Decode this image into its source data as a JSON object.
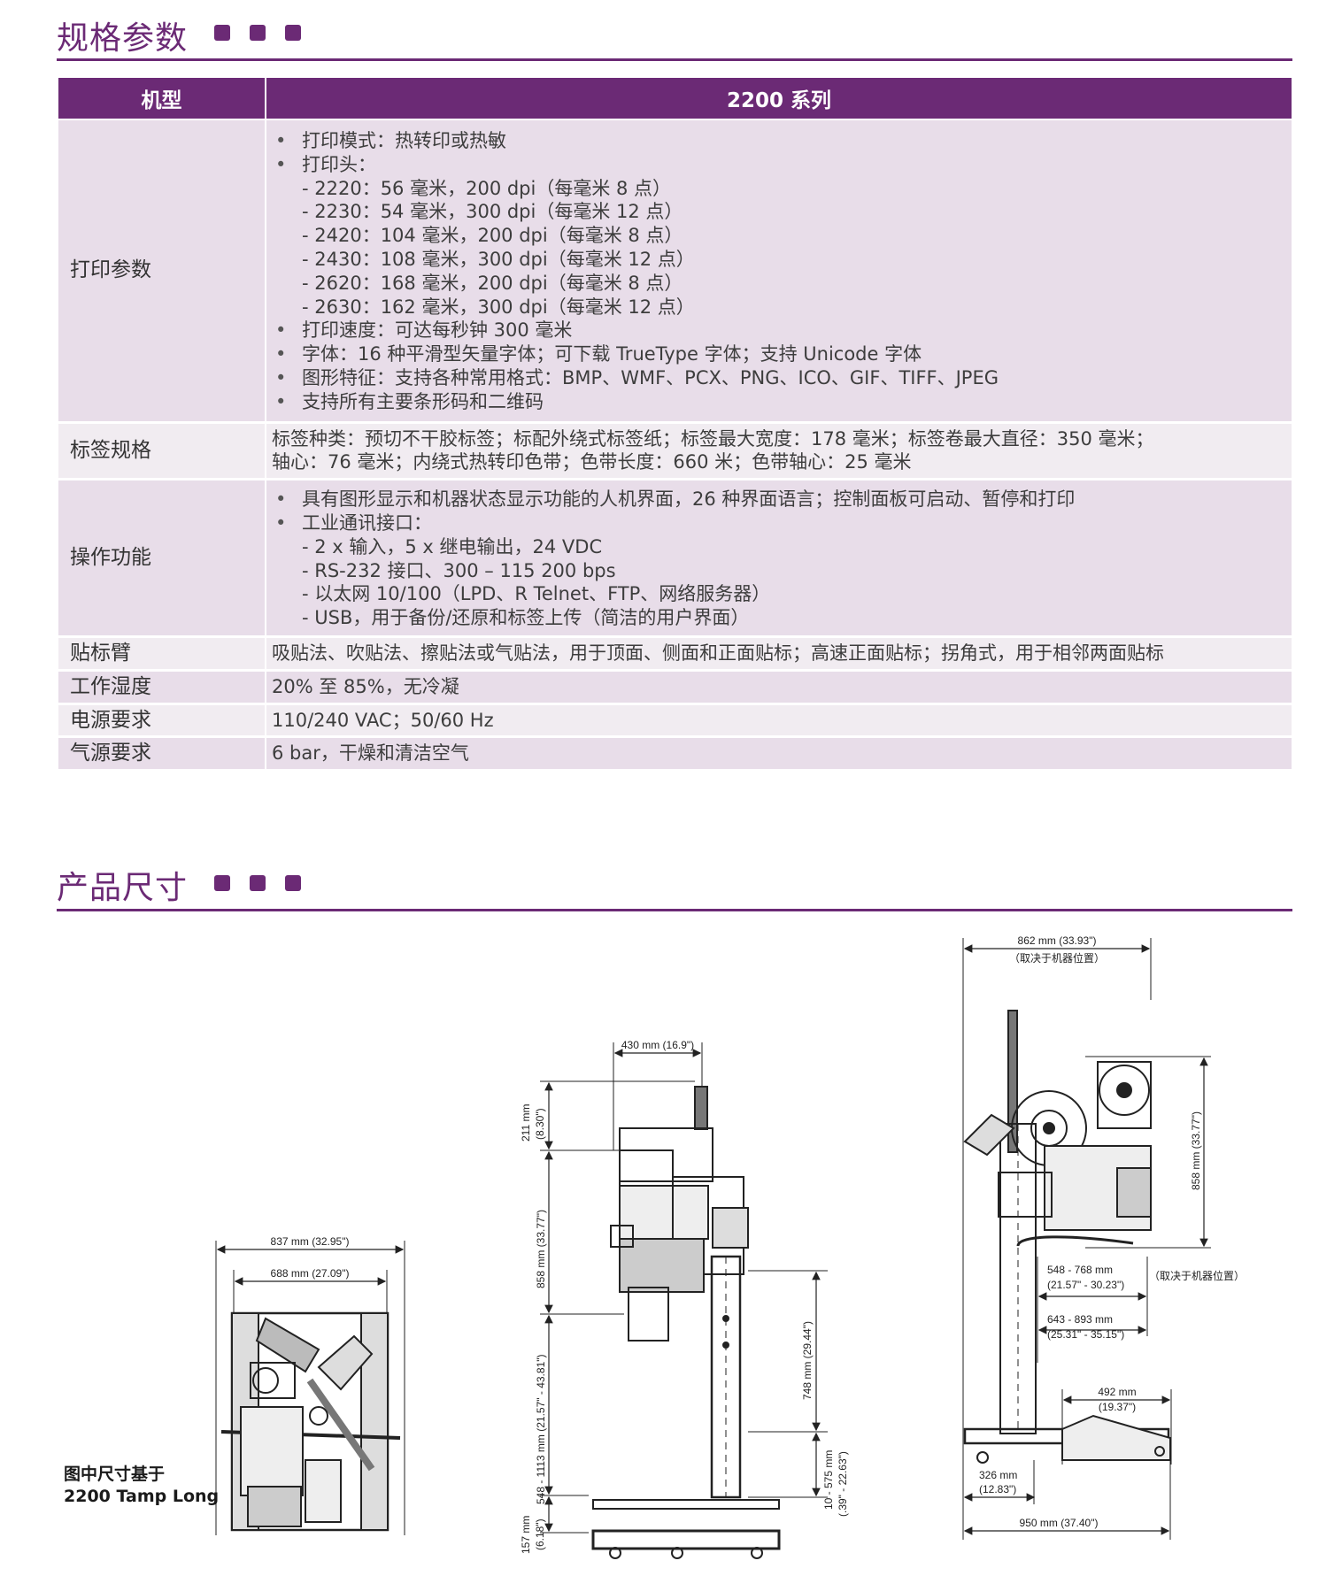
{
  "section1": {
    "title": "规格参数"
  },
  "spec_table": {
    "header": {
      "model_label": "机型",
      "series_label": "2200 系列"
    },
    "print": {
      "label": "打印参数",
      "lines": [
        "打印模式：热转印或热敏",
        "打印头：",
        "- 2220：56 毫米，200 dpi（每毫米 8 点）",
        "- 2230：54 毫米，300 dpi（每毫米 12 点）",
        "- 2420：104 毫米，200 dpi（每毫米 8 点）",
        "- 2430：108 毫米，300 dpi（每毫米 12 点）",
        "- 2620：168 毫米，200 dpi（每毫米 8 点）",
        "- 2630：162 毫米，300 dpi（每毫米 12 点）",
        "打印速度：可达每秒钟 300 毫米",
        "字体：16 种平滑型矢量字体；可下载 TrueType 字体；支持 Unicode 字体",
        "图形特征：支持各种常用格式：BMP、WMF、PCX、PNG、ICO、GIF、TIFF、JPEG",
        "支持所有主要条形码和二维码"
      ]
    },
    "label": {
      "label": "标签规格",
      "lines": [
        "标签种类：预切不干胶标签；标配外绕式标签纸；标签最大宽度：178 毫米；标签卷最大直径：350 毫米；",
        "轴心：76 毫米；内绕式热转印色带；色带长度：660 米；色带轴心：25 毫米"
      ]
    },
    "operation": {
      "label": "操作功能",
      "lines": [
        "具有图形显示和机器状态显示功能的人机界面，26 种界面语言；控制面板可启动、暂停和打印",
        "工业通讯接口：",
        "- 2 x 输入，5 x 继电输出，24 VDC",
        "- RS-232 接口、300 – 115 200 bps",
        "- 以太网 10/100（LPD、R Telnet、FTP、网络服务器）",
        "- USB，用于备份/还原和标签上传（简洁的用户界面）"
      ]
    },
    "arm": {
      "label": "贴标臂",
      "value": "吸贴法、吹贴法、擦贴法或气贴法，用于顶面、侧面和正面贴标；高速正面贴标；拐角式，用于相邻两面贴标"
    },
    "humidity": {
      "label": "工作湿度",
      "value": "20% 至 85%，无冷凝"
    },
    "power": {
      "label": "电源要求",
      "value": "110/240 VAC；50/60 Hz"
    },
    "air": {
      "label": "气源要求",
      "value": "6 bar，干燥和清洁空气"
    }
  },
  "section2": {
    "title": "产品尺寸"
  },
  "dimensions": {
    "top_view": {
      "outer_width": "837 mm (32.95\")",
      "inner_width": "688 mm (27.09\")"
    },
    "caption_line1": "图中尺寸基于",
    "caption_line2": "2200 Tamp Long",
    "front_view": {
      "head_width": "430 mm (16.9\")",
      "top_mm": "211 mm",
      "top_in": "(8.30\")",
      "height_mm": "858 mm (33.77\")",
      "column_range": "548 - 1113 mm (21.57\" - 43.81\")",
      "base_mm": "157 mm",
      "base_in": "(6.18\")",
      "lift_range": "748 mm (29.44\")",
      "adj_mm": "10 - 575 mm",
      "adj_in": "(.39\" - 22.63\")"
    },
    "side_view": {
      "overall_width": "862 mm (33.93\")",
      "depends_note": "（取决于机器位置）",
      "height": "858 mm (33.77\")",
      "arm_range_mm": "548 - 768 mm",
      "arm_range_in": "(21.57\" - 30.23\")",
      "arm_note": "（取决于机器位置）",
      "reach_mm": "643 - 893 mm",
      "reach_in": "(25.31\" - 35.15\")",
      "foot_mm": "492 mm",
      "foot_in": "(19.37\")",
      "back_mm": "326 mm",
      "back_in": "(12.83\")",
      "base_width": "950 mm (37.40\")"
    }
  },
  "colors": {
    "accent": "#6b2a75",
    "row_dark": "#e8dde9",
    "row_light": "#f1ecf1"
  }
}
